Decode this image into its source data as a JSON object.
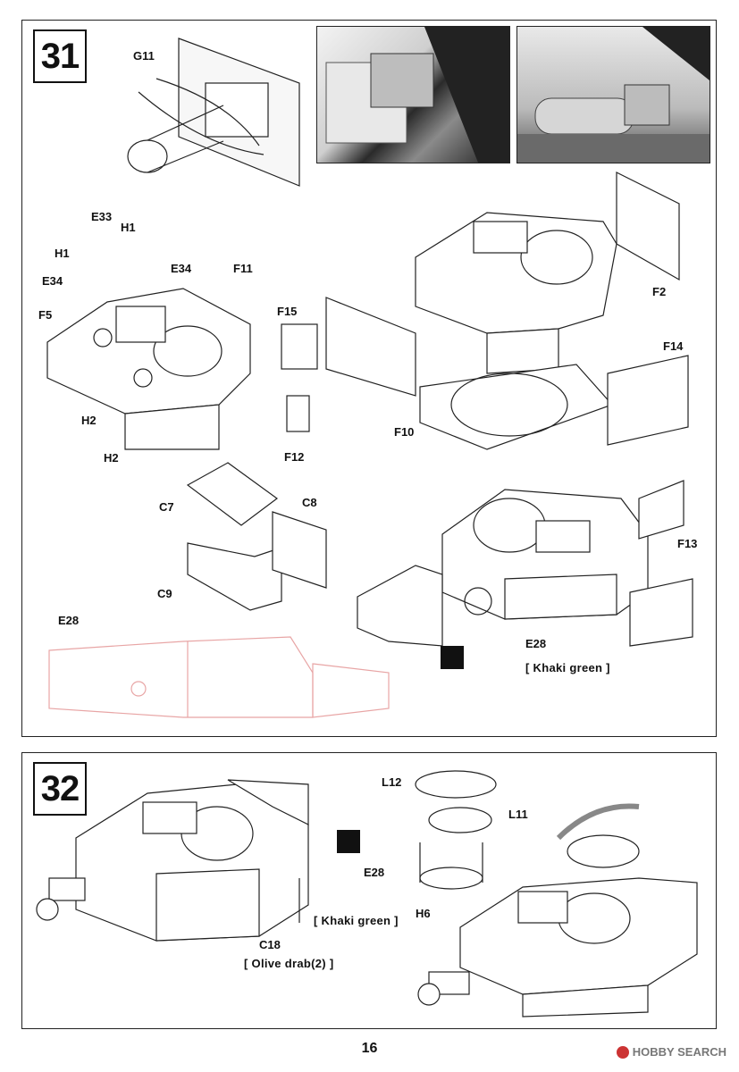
{
  "steps": [
    {
      "number": "31",
      "labels": {
        "g11": "G11",
        "e33": "E33",
        "h1a": "H1",
        "h1b": "H1",
        "e34a": "E34",
        "e34b": "E34",
        "f5": "F5",
        "f11": "F11",
        "h2a": "H2",
        "h2b": "H2",
        "f15": "F15",
        "f12": "F12",
        "f10": "F10",
        "f2": "F2",
        "f14": "F14",
        "c7": "C7",
        "c8": "C8",
        "c9": "C9",
        "e28a": "E28",
        "e28b": "E28",
        "f13": "F13"
      },
      "paint": "[ Khaki green ]"
    },
    {
      "number": "32",
      "labels": {
        "l12": "L12",
        "l11": "L11",
        "h6": "H6",
        "e28": "E28",
        "c18": "C18"
      },
      "paint_khaki": "[ Khaki green ]",
      "paint_olive": "[ Olive drab(2) ]"
    }
  ],
  "page_number": "16",
  "watermark": {
    "brand": "HOBBY SEARCH",
    "icon": "hobby-search-logo-icon"
  }
}
